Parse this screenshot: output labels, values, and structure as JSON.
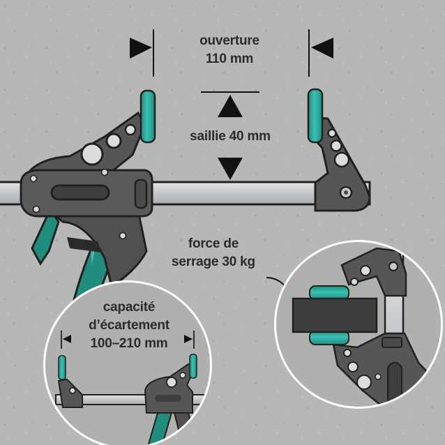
{
  "labels": {
    "opening_line1": "ouverture",
    "opening_line2": "110 mm",
    "depth": "saillie 40 mm",
    "force_line1": "force de",
    "force_line2": "serrage 30 kg",
    "spread_line1": "capacité",
    "spread_line2": "d’écartement",
    "spread_line3": "100–210 mm"
  },
  "colors": {
    "background": "#b6b6b4",
    "jaw_pad": "#2aa79a",
    "trigger": "#1f8c7e",
    "body": "#545454",
    "bar": "#c9cdd0",
    "text": "#2b2b2b"
  },
  "icons": [
    "dimension-arrow-icon",
    "clamp-illustration",
    "detail-circle"
  ]
}
